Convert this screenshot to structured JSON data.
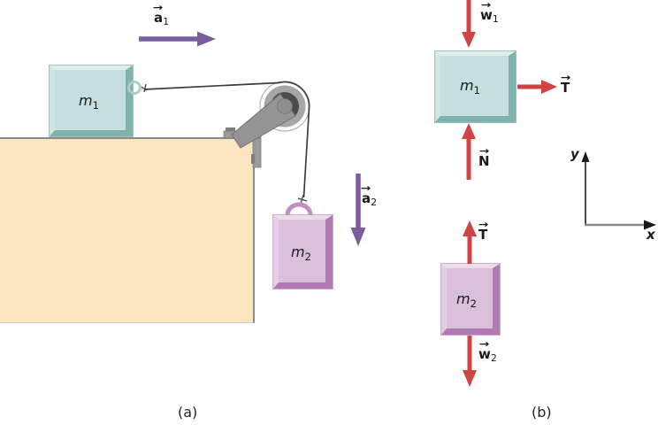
{
  "figure": {
    "caption_a": "(a)",
    "caption_b": "(b)"
  },
  "labels": {
    "vec_arrow_glyph": "→",
    "mass1": {
      "letter": "m",
      "sub": "1"
    },
    "mass2": {
      "letter": "m",
      "sub": "2"
    },
    "accel1": {
      "letter": "a",
      "sub": "1"
    },
    "accel2": {
      "letter": "a",
      "sub": "2"
    },
    "weight1": {
      "letter": "w",
      "sub": "1"
    },
    "weight2": {
      "letter": "w",
      "sub": "2"
    },
    "tension1": {
      "letter": "T",
      "sub": ""
    },
    "tension2": {
      "letter": "T",
      "sub": ""
    },
    "normal": {
      "letter": "N",
      "sub": ""
    },
    "axis_y": "y",
    "axis_x": "x"
  },
  "colors": {
    "accent_purple": "#7b5d9e",
    "force_red": "#cf4343",
    "teal_face": "#c5e0dc",
    "teal_light": "#ddeeeb",
    "teal_mid": "#cfe7e3",
    "teal_dark": "#7fb2ac",
    "pink_face": "#d9c0da",
    "pink_light": "#ecdcec",
    "pink_mid": "#e3cfe4",
    "pink_dark": "#b27ab5",
    "table_fill": "#fbe6bf",
    "table_border": "#8c8c8c",
    "rope": "#3d3d3d"
  }
}
